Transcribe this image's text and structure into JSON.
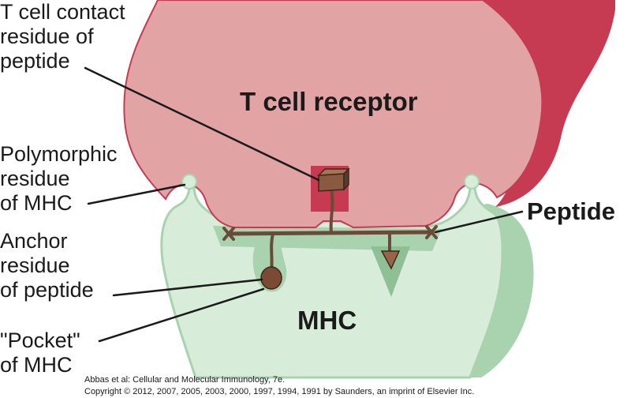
{
  "labels": {
    "tcell_contact": "T cell contact\nresidue of\npeptide",
    "polymorphic": "Polymorphic\nresidue\nof MHC",
    "anchor": "Anchor\nresidue\nof peptide",
    "pocket": "\"Pocket\"\nof MHC",
    "tcr": "T cell receptor",
    "mhc": "MHC",
    "peptide": "Peptide"
  },
  "credits": {
    "line1": "Abbas et al: Cellular and Molecular Immunology, 7e.",
    "line2": "Copyright © 2012, 2007, 2005, 2003, 2000, 1997, 1994, 1991 by Saunders, an imprint of Elsevier Inc."
  },
  "colors": {
    "tcr_fill": "#e2a3a4",
    "tcr_dark": "#c63a52",
    "mhc_fill": "#d7ecd9",
    "mhc_shade": "#a9d2ae",
    "peptide": "#6b4a3a",
    "pointer": "#1a1a1a"
  }
}
